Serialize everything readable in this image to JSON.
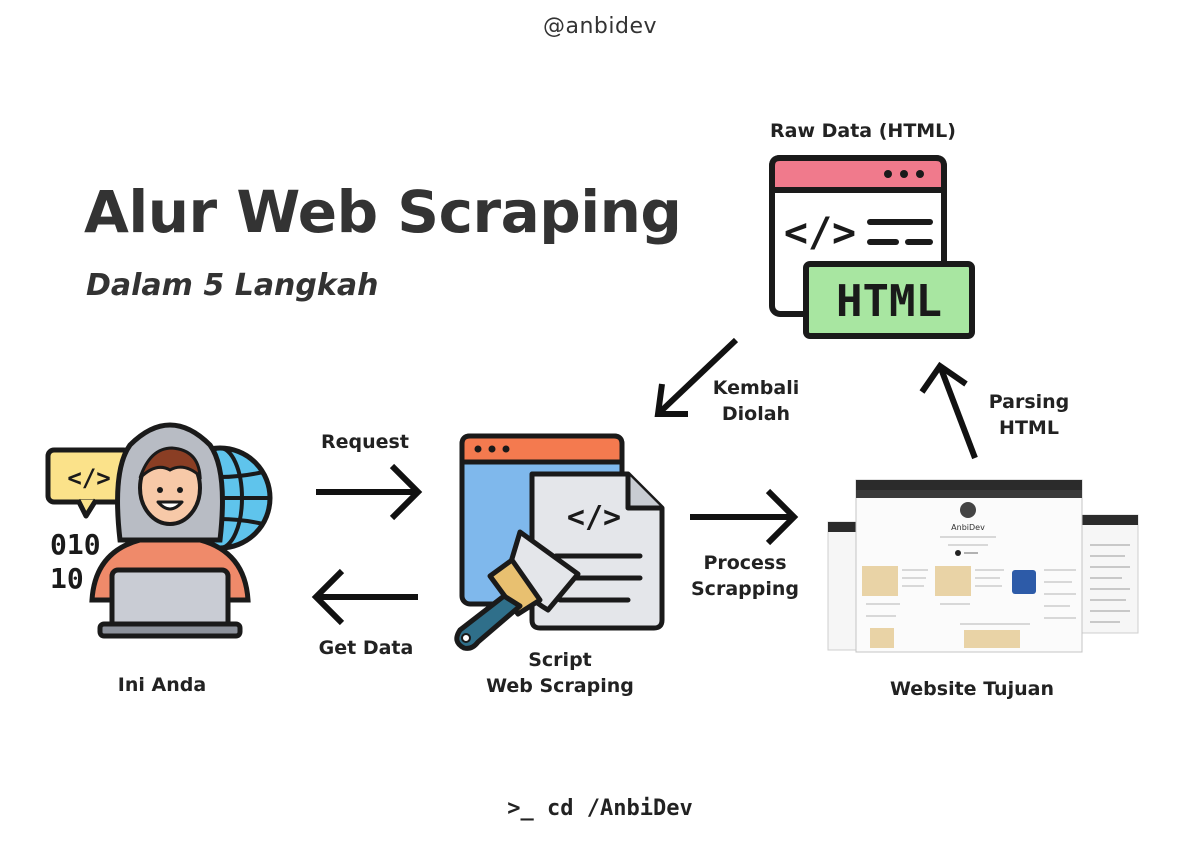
{
  "header": {
    "handle": "@anbidev"
  },
  "heading": {
    "title": "Alur Web Scraping",
    "subtitle": "Dalam 5 Langkah"
  },
  "nodes": {
    "user": {
      "label": "Ini Anda",
      "icon": "hacker-laptop-icon"
    },
    "script": {
      "label_line1": "Script",
      "label_line2": "Web Scraping",
      "icon": "code-scraper-icon"
    },
    "website": {
      "label": "Website Tujuan",
      "icon": "website-screenshot"
    },
    "raw": {
      "label": "Raw Data (HTML)",
      "icon": "html-window-icon",
      "badge": "HTML",
      "code_glyph": "</>"
    }
  },
  "edges": {
    "request": "Request",
    "get_data": "Get Data",
    "process_line1": "Process",
    "process_line2": "Scrapping",
    "parsing_line1": "Parsing",
    "parsing_line2": "HTML",
    "back_line1": "Kembali",
    "back_line2": "Diolah"
  },
  "user_icon": {
    "code_glyph": "</>",
    "binary_row1": "010",
    "binary_row2": "10"
  },
  "script_icon": {
    "code_glyph": "</>"
  },
  "website_screen": {
    "site_name": "AnbiDev"
  },
  "footer": {
    "command": ">_ cd /AnbiDev"
  },
  "colors": {
    "text": "#333333",
    "outline": "#1a1a1a",
    "html_green": "#a8e6a1",
    "window_pink": "#f07a8c",
    "script_blue": "#7fb8ec",
    "script_orange": "#f47a4f",
    "globe_blue": "#5fc4ec",
    "speech_yellow": "#fbe28a",
    "hoodie_orange": "#ef8a6a",
    "hood_gray": "#b8bcc4"
  }
}
